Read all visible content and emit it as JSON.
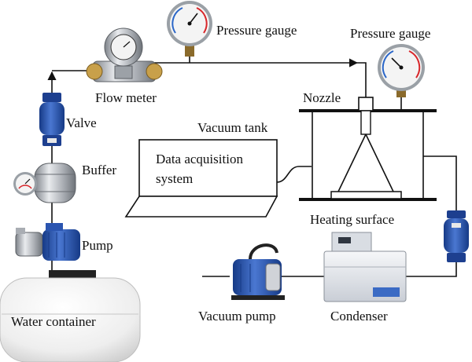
{
  "labels": {
    "pressure_gauge_1": "Pressure gauge",
    "pressure_gauge_2": "Pressure gauge",
    "flow_meter": "Flow meter",
    "valve": "Valve",
    "buffer": "Buffer",
    "pump": "Pump",
    "water_container": "Water container",
    "nozzle": "Nozzle",
    "vacuum_tank": "Vacuum tank",
    "data_acquisition": "Data acquisition",
    "system": "system",
    "heating_surface": "Heating surface",
    "vacuum_pump": "Vacuum pump",
    "condenser": "Condenser"
  },
  "colors": {
    "pipe": "#111111",
    "valve_blue": "#2a4fa3",
    "pump_blue": "#1f4fb5",
    "steel": "#b8bcc2",
    "gauge_face": "#f4f4f4",
    "gauge_red": "#d8262a",
    "container": "#f2f2f2",
    "condenser_body": "#e6e9ee"
  }
}
